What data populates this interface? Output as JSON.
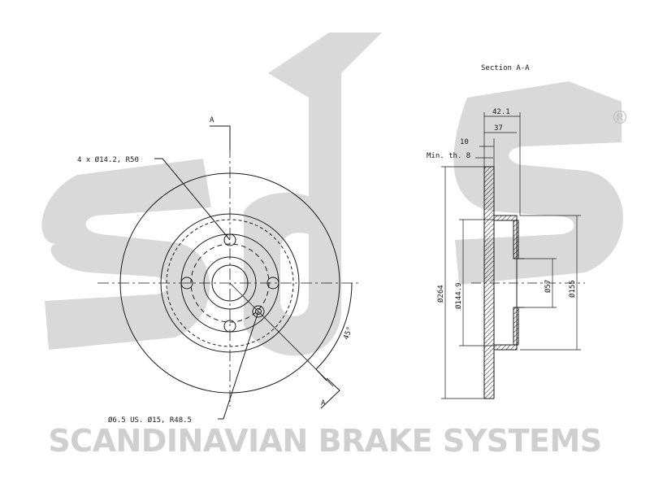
{
  "brand": {
    "tagline": "SCANDINAVIAN BRAKE SYSTEMS",
    "registered": "®",
    "watermark_color": "#d7d7d7"
  },
  "front_view": {
    "section_marker_top": "A",
    "section_marker_bottom": "A",
    "bolt_holes_label": "4 x Ø14.2, R50",
    "screw_hole_label": "Ø6.5 US. Ø15, R48.5",
    "angle_label": "45°"
  },
  "section_view": {
    "title": "Section A-A",
    "dim_overall_width": "42.1",
    "dim_hat_width": "37",
    "dim_thickness": "10",
    "dim_min_thickness": "Min. th. 8",
    "dim_outer_diameter": "Ø264",
    "dim_hat_diameter": "Ø144.9",
    "dim_center_bore": "Ø57",
    "dim_hat_outer": "Ø155"
  }
}
